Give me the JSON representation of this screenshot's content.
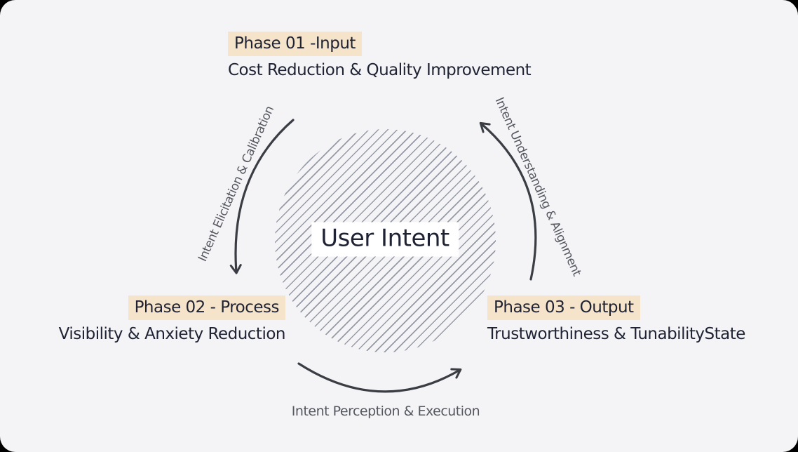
{
  "center": {
    "label": "User Intent"
  },
  "phases": [
    {
      "id": "phase-01",
      "title": "Phase 01 -Input",
      "subtitle": "Cost Reduction & Quality Improvement"
    },
    {
      "id": "phase-02",
      "title": "Phase 02 - Process",
      "subtitle": "Visibility & Anxiety Reduction"
    },
    {
      "id": "phase-03",
      "title": "Phase 03 - Output",
      "subtitle": "Trustworthiness & TunabilityState"
    }
  ],
  "transitions": [
    {
      "from": "Phase 01",
      "to": "Phase 02",
      "label": "Intent Elicitation & Calibration"
    },
    {
      "from": "Phase 02",
      "to": "Phase 03",
      "label": "Intent Perception & Execution"
    },
    {
      "from": "Phase 03",
      "to": "Phase 01",
      "label": "Intent Understanding & Alignment"
    }
  ],
  "colors": {
    "background": "#f4f4f6",
    "text": "#1e2233",
    "phase_highlight": "#f6e4ca",
    "arrow": "#3b3d44",
    "transition_label": "#55575f",
    "hatch": "#959aa6",
    "center_label_background": "#ffffff"
  }
}
